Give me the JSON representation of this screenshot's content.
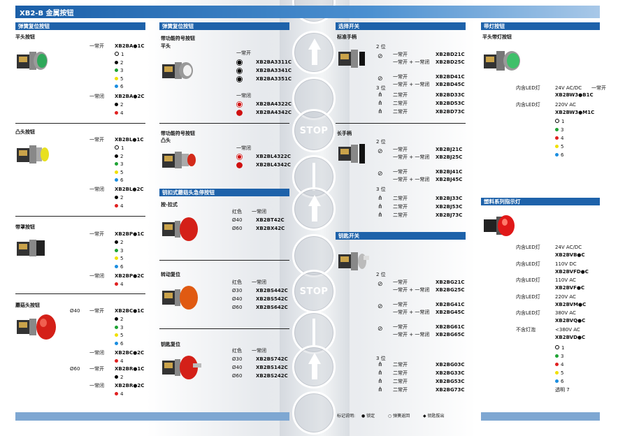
{
  "header": {
    "title": "XB2-B 金属按钮"
  },
  "col1": {
    "section": "弹簧复位按钮",
    "groups": [
      {
        "name": "平头按钮",
        "rows": [
          {
            "type": "一常开",
            "code": "XB2BA●1C",
            "opts": [
              "1",
              "2",
              "3",
              "5",
              "6"
            ]
          },
          {
            "type": "一常闭",
            "code": "XB2BA●2C",
            "opts": [
              "2",
              "4"
            ]
          }
        ]
      },
      {
        "name": "凸头按钮",
        "rows": [
          {
            "type": "一常开",
            "code": "XB2BL●1C",
            "opts": [
              "1",
              "2",
              "3",
              "5",
              "6"
            ]
          },
          {
            "type": "一常闭",
            "code": "XB2BL●2C",
            "opts": [
              "2",
              "4"
            ]
          }
        ]
      },
      {
        "name": "带罩按钮",
        "rows": [
          {
            "type": "一常开",
            "code": "XB2BP●1C",
            "opts": [
              "2",
              "3",
              "5",
              "6"
            ]
          },
          {
            "type": "一常闭",
            "code": "XB2BP●2C",
            "opts": [
              "4"
            ]
          }
        ]
      },
      {
        "name": "蘑菇头按钮",
        "rows": [
          {
            "dia": "Ø40",
            "type": "一常开",
            "code": "XB2BC●1C",
            "opts": [
              "2",
              "3",
              "5",
              "6"
            ]
          },
          {
            "dia": "",
            "type": "一常闭",
            "code": "XB2BC●2C",
            "opts": [
              "4"
            ]
          },
          {
            "dia": "Ø60",
            "type": "一常开",
            "code": "XB2BR●1C",
            "opts": [
              "2"
            ]
          },
          {
            "dia": "",
            "type": "一常闭",
            "code": "XB2BR●2C",
            "opts": [
              "4"
            ]
          }
        ]
      }
    ]
  },
  "col2": {
    "section1": "弹簧复位按钮",
    "g1": {
      "name": "带功能符号按钮",
      "sub": "平头",
      "type": "一常开",
      "codes": [
        "XB2BA3311C",
        "XB2BA3341C",
        "XB2BA3351C"
      ],
      "type2": "一常闭",
      "codes2": [
        "XB2BA4322C",
        "XB2BA4342C"
      ]
    },
    "g2": {
      "name": "带功能符号按钮",
      "sub": "凸头",
      "type": "一常闭",
      "codes": [
        "XB2BL4322C",
        "XB2BL4342C"
      ]
    },
    "stop_label": "STOP",
    "section2": "钥扣式蘑菇头急停按钮",
    "g3": {
      "name": "按-拉式",
      "h1": "红色",
      "h2": "一常闭",
      "rows": [
        {
          "d": "Ø40",
          "c": "XB2BT42C"
        },
        {
          "d": "Ø60",
          "c": "XB2BX42C"
        }
      ]
    },
    "g4": {
      "name": "转动复位",
      "h1": "红色",
      "h2": "一常闭",
      "rows": [
        {
          "d": "Ø30",
          "c": "XB2BS442C"
        },
        {
          "d": "Ø40",
          "c": "XB2BS542C"
        },
        {
          "d": "Ø60",
          "c": "XB2BS642C"
        }
      ]
    },
    "g5": {
      "name": "钥匙复位",
      "h1": "红色",
      "h2": "一常闭",
      "rows": [
        {
          "d": "Ø30",
          "c": "XB2BS742C"
        },
        {
          "d": "Ø40",
          "c": "XB2BS142C"
        },
        {
          "d": "Ø60",
          "c": "XB2BS242C"
        }
      ]
    }
  },
  "col3": {
    "section1": "选择开关",
    "g1": {
      "name": "标准手柄",
      "pos2": "2 位",
      "rows2": [
        {
          "t": "一常开",
          "c": "XB2BD21C"
        },
        {
          "t": "一常开 + 一常闭",
          "c": "XB2BD25C"
        },
        {
          "t": "一常开",
          "c": "XB2BD41C"
        },
        {
          "t": "一常开 + 一常闭",
          "c": "XB2BD45C"
        }
      ],
      "pos3": "3 位",
      "rows3": [
        {
          "t": "二常开",
          "c": "XB2BD33C"
        },
        {
          "t": "二常开",
          "c": "XB2BD53C"
        },
        {
          "t": "二常开",
          "c": "XB2BD73C"
        }
      ]
    },
    "g2": {
      "name": "长手柄",
      "pos2": "2 位",
      "rows2": [
        {
          "t": "一常开",
          "c": "XB2BJ21C"
        },
        {
          "t": "一常开 + 一常闭",
          "c": "XB2BJ25C"
        },
        {
          "t": "一常开",
          "c": "XB2BJ41C"
        },
        {
          "t": "一常开 + 一常闭",
          "c": "XB2BJ45C"
        }
      ],
      "pos3": "3 位",
      "rows3": [
        {
          "t": "二常开",
          "c": "XB2BJ33C"
        },
        {
          "t": "二常开",
          "c": "XB2BJ53C"
        },
        {
          "t": "二常开",
          "c": "XB2BJ73C"
        }
      ]
    },
    "section2": "钥匙开关",
    "g3": {
      "pos2": "2 位",
      "rows2": [
        {
          "t": "一常开",
          "c": "XB2BG21C"
        },
        {
          "t": "一常开 + 一常闭",
          "c": "XB2BG25C"
        },
        {
          "t": "一常开",
          "c": "XB2BG41C"
        },
        {
          "t": "一常开 + 一常闭",
          "c": "XB2BG45C"
        },
        {
          "t": "一常开",
          "c": "XB2BG61C"
        },
        {
          "t": "一常开 + 一常闭",
          "c": "XB2BG65C"
        }
      ],
      "pos3": "3 位",
      "rows3": [
        {
          "t": "二常开",
          "c": "XB2BG03C"
        },
        {
          "t": "二常开",
          "c": "XB2BG33C"
        },
        {
          "t": "二常开",
          "c": "XB2BG53C"
        },
        {
          "t": "二常开",
          "c": "XB2BG73C"
        }
      ]
    },
    "legend": {
      "label": "标记说明:",
      "a": "锁定",
      "b": "弹簧返回",
      "c": "钥匙拔出"
    }
  },
  "col4": {
    "section1": "带灯按钮",
    "g1": {
      "name": "平头带灯按钮",
      "rows": [
        {
          "l": "内含LED灯",
          "v": "24V AC/DC",
          "t": "一常开",
          "c": "XB2BW3●B1C"
        },
        {
          "l": "内含LED灯",
          "v": "220V AC",
          "t": "",
          "c": "XB2BW3●M1C"
        }
      ],
      "opts": [
        "1",
        "3",
        "4",
        "5",
        "6"
      ]
    },
    "section2": "塑料系列指示灯",
    "g2": {
      "rows": [
        {
          "l": "内含LED灯",
          "v": "24V AC/DC",
          "c": "XB2BVB●C"
        },
        {
          "l": "内含LED灯",
          "v": "110V DC",
          "c": "XB2BVFD●C"
        },
        {
          "l": "内含LED灯",
          "v": "110V AC",
          "c": "XB2BVF●C"
        },
        {
          "l": "内含LED灯",
          "v": "220V AC",
          "c": "XB2BVM●C"
        },
        {
          "l": "内含LED灯",
          "v": "380V AC",
          "c": "XB2BVQ●C"
        },
        {
          "l": "不含灯泡",
          "v": "<380V AC",
          "c": "XB2BVD●C"
        }
      ],
      "opts": [
        "1",
        "3",
        "4",
        "5",
        "6"
      ],
      "clear": "透明 7"
    }
  },
  "colors": {
    "1": "#ffffff",
    "2": "#000000",
    "3": "#1fa335",
    "4": "#e02020",
    "5": "#f0e000",
    "6": "#1b8ee0"
  }
}
